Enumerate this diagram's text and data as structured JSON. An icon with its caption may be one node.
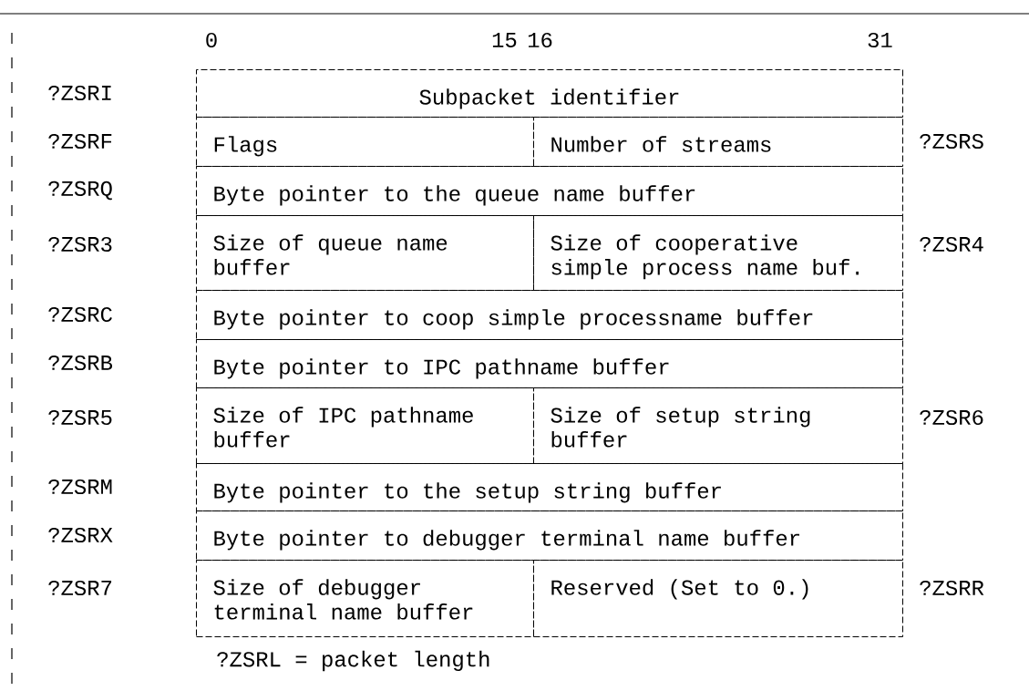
{
  "diagram": {
    "nodes": [
      {
        "text": [
          "Subpacket identifier"
        ]
      },
      {
        "text": [
          "Flags"
        ]
      },
      {
        "text": [
          "Number of streams"
        ]
      },
      {
        "text": [
          "Byte pointer to the queue name buffer"
        ]
      },
      {
        "text": [
          "Size of queue name buffer"
        ]
      },
      {
        "text": [
          "Size of cooperative simple process name buf."
        ]
      },
      {
        "text": [
          "Byte pointer to coop simple processname buffer"
        ]
      },
      {
        "text": [
          "Byte pointer to IPC pathname buffer"
        ]
      },
      {
        "text": [
          "Size of IPC pathname buffer"
        ]
      },
      {
        "text": [
          "Size of setup string buffer"
        ]
      },
      {
        "text": [
          "Byte pointer to the setup string buffer"
        ]
      },
      {
        "text": [
          "Byte pointer to debugger terminal name buffer"
        ]
      },
      {
        "text": [
          "Size of debugger terminal name buffer"
        ]
      },
      {
        "text": [
          "Reserved (Set to 0.)"
        ]
      }
    ],
    "labels": [
      "0",
      "15",
      "16",
      "31",
      "?ZSRI",
      "?ZSRF",
      "?ZSRS",
      "?ZSRQ",
      "?ZSR3",
      "?ZSR4",
      "?ZSRC",
      "?ZSRB",
      "?ZSR5",
      "?ZSR6",
      "?ZSRM",
      "?ZSRX",
      "?ZSR7",
      "?ZSRR",
      "?ZSRL = packet length"
    ]
  }
}
